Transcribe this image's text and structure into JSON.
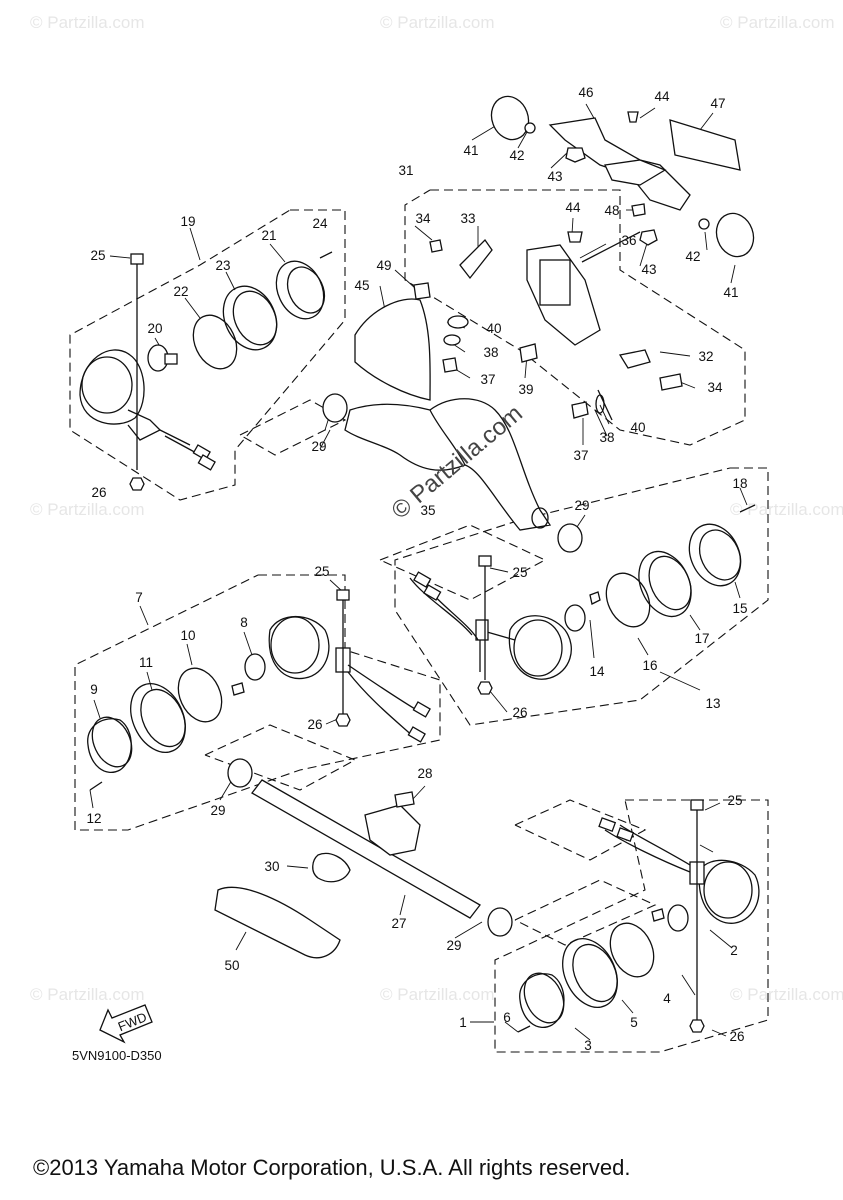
{
  "callouts": [
    {
      "label": "1"
    },
    {
      "label": "2"
    },
    {
      "label": "3"
    },
    {
      "label": "4"
    },
    {
      "label": "5"
    },
    {
      "label": "6"
    },
    {
      "label": "7"
    },
    {
      "label": "8"
    },
    {
      "label": "9"
    },
    {
      "label": "10"
    },
    {
      "label": "11"
    },
    {
      "label": "12"
    },
    {
      "label": "13"
    },
    {
      "label": "14"
    },
    {
      "label": "15"
    },
    {
      "label": "16"
    },
    {
      "label": "17"
    },
    {
      "label": "18"
    },
    {
      "label": "19"
    },
    {
      "label": "20"
    },
    {
      "label": "21"
    },
    {
      "label": "22"
    },
    {
      "label": "23"
    },
    {
      "label": "24"
    },
    {
      "label": "25"
    },
    {
      "label": "25"
    },
    {
      "label": "25"
    },
    {
      "label": "25"
    },
    {
      "label": "26"
    },
    {
      "label": "26"
    },
    {
      "label": "26"
    },
    {
      "label": "26"
    },
    {
      "label": "27"
    },
    {
      "label": "28"
    },
    {
      "label": "29"
    },
    {
      "label": "29"
    },
    {
      "label": "29"
    },
    {
      "label": "29"
    },
    {
      "label": "30"
    },
    {
      "label": "31"
    },
    {
      "label": "32"
    },
    {
      "label": "33"
    },
    {
      "label": "34"
    },
    {
      "label": "34"
    },
    {
      "label": "35"
    },
    {
      "label": "36"
    },
    {
      "label": "37"
    },
    {
      "label": "37"
    },
    {
      "label": "38"
    },
    {
      "label": "38"
    },
    {
      "label": "39"
    },
    {
      "label": "40"
    },
    {
      "label": "40"
    },
    {
      "label": "41"
    },
    {
      "label": "41"
    },
    {
      "label": "42"
    },
    {
      "label": "42"
    },
    {
      "label": "43"
    },
    {
      "label": "43"
    },
    {
      "label": "44"
    },
    {
      "label": "44"
    },
    {
      "label": "45"
    },
    {
      "label": "46"
    },
    {
      "label": "47"
    },
    {
      "label": "48"
    },
    {
      "label": "49"
    },
    {
      "label": "50"
    }
  ],
  "diagram_code": "5VN9100-D350",
  "fwd_label": "FWD",
  "center_watermark": "© Partzilla.com",
  "watermark_text": "© Partzilla.com",
  "copyright": "©2013 Yamaha Motor Corporation, U.S.A. All rights reserved."
}
